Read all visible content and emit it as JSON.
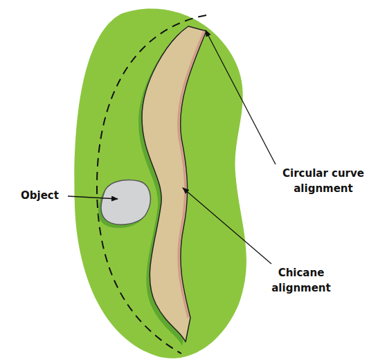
{
  "diagram": {
    "labels": [
      "Circular curve alignment",
      "Object",
      "Chicane alignment"
    ]
  }
}
